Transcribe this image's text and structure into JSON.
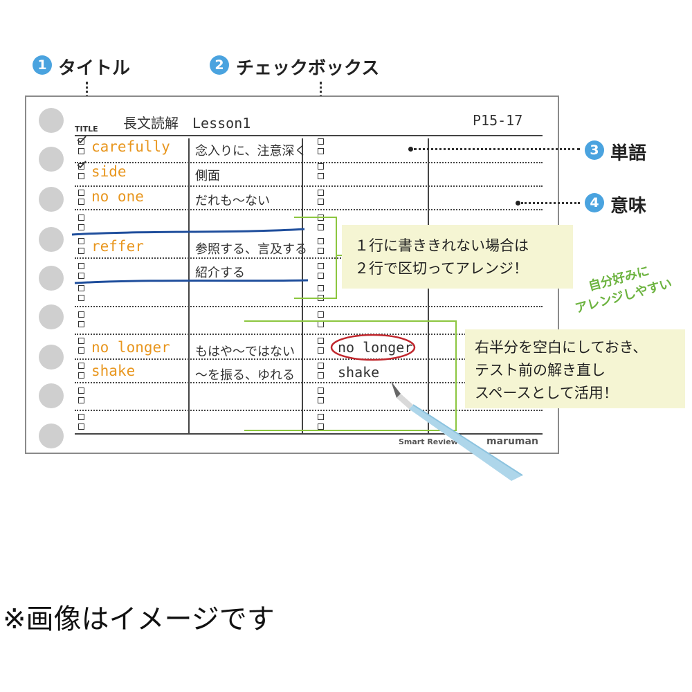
{
  "labels": {
    "l1": {
      "num": "1",
      "text": "タイトル"
    },
    "l2": {
      "num": "2",
      "text": "チェックボックス"
    },
    "l3": {
      "num": "3",
      "text": "単語"
    },
    "l4": {
      "num": "4",
      "text": "意味"
    }
  },
  "card": {
    "title_small": "TITLE",
    "title_main": "長文読解　Lesson1",
    "page_ref": "P15-17",
    "rows": [
      {
        "word": "carefully",
        "meaning": "念入りに、注意深く",
        "checked": true
      },
      {
        "word": "side",
        "meaning": "側面",
        "checked": true
      },
      {
        "word": "no  one",
        "meaning": "だれも～ない",
        "checked": false
      },
      {
        "word": "",
        "meaning": "",
        "checked": false
      },
      {
        "word": "reffer",
        "meaning": "参照する、言及する",
        "checked": false
      },
      {
        "word": "",
        "meaning": "紹介する",
        "checked": false
      },
      {
        "word": "",
        "meaning": "",
        "checked": false
      },
      {
        "word": "",
        "meaning": "",
        "checked": false
      },
      {
        "word": "no  longer",
        "meaning": "もはや～ではない",
        "checked": false
      },
      {
        "word": "shake",
        "meaning": "～を振る、ゆれる",
        "checked": false
      },
      {
        "word": "",
        "meaning": "",
        "checked": false
      },
      {
        "word": "",
        "meaning": "",
        "checked": false
      }
    ],
    "right_words": {
      "r1": "no  longer",
      "r2": "shake"
    },
    "footer_brand": "Smart Review",
    "footer_logo": "maruman"
  },
  "notes": {
    "note1_line1": "１行に書ききれない場合は",
    "note1_line2": "２行で区切ってアレンジ！",
    "note2_line1": "右半分を空白にしておき、",
    "note2_line2": "テスト前の解き直し",
    "note2_line3": "スペースとして活用！",
    "side_line1": "自分好みに",
    "side_line2": "アレンジしやすい"
  },
  "disclaimer": "※画像はイメージです",
  "colors": {
    "badge": "#4aa3df",
    "word": "#e8961e",
    "accent_green": "#8cc63f",
    "note_bg": "#f5f5d3",
    "blue_line": "#1f4e9c",
    "red_circle": "#c0272d"
  }
}
